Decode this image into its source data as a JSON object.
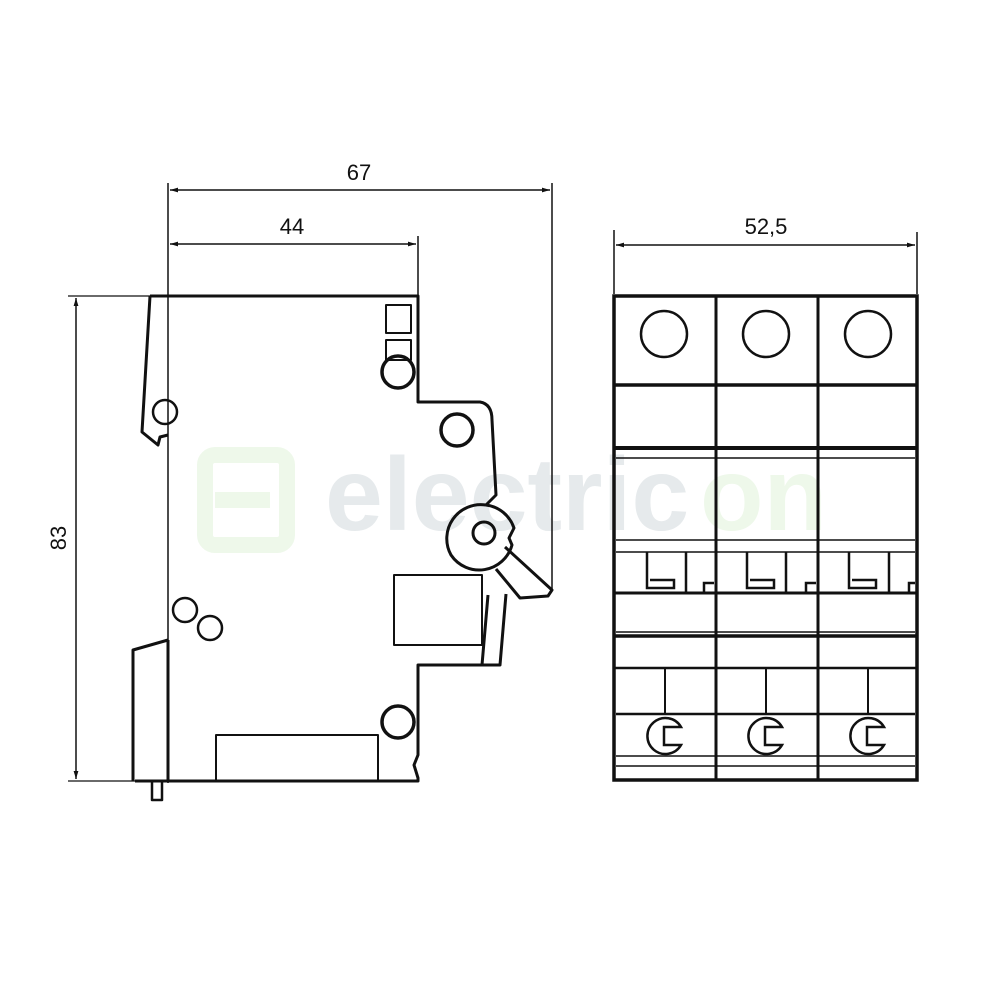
{
  "drawing": {
    "subject": "3-pole circuit breaker dimensional drawing",
    "side_view": {
      "dim_total_depth": "67",
      "dim_front_depth": "44",
      "dim_height": "83"
    },
    "front_view": {
      "dim_width": "52,5",
      "poles": 3
    },
    "line_color": "#111111"
  },
  "watermark": {
    "text_gray": "electric",
    "text_green": "on",
    "gray_color": "#e6eaec",
    "green_color": "#eef8ea"
  }
}
